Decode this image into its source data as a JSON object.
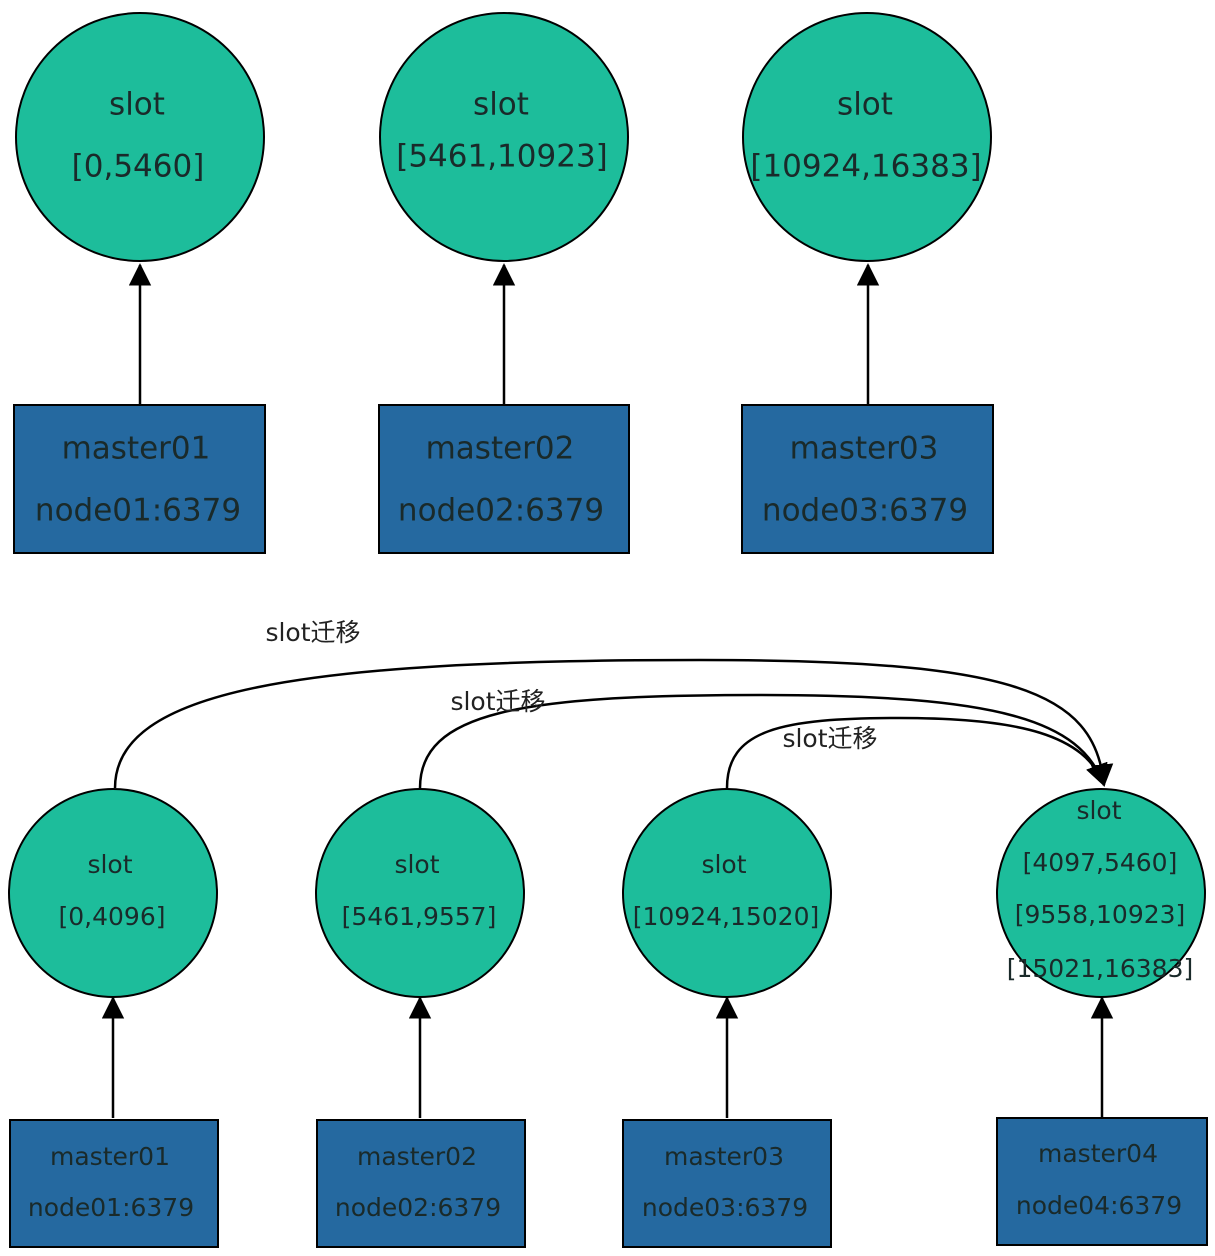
{
  "before": {
    "slots": [
      {
        "title": "slot",
        "ranges": [
          "[0,5460]"
        ]
      },
      {
        "title": "slot",
        "ranges": [
          "[5461,10923]"
        ]
      },
      {
        "title": "slot",
        "ranges": [
          "[10924,16383]"
        ]
      }
    ],
    "masters": [
      {
        "name": "master01",
        "node": "node01:6379"
      },
      {
        "name": "master02",
        "node": "node02:6379"
      },
      {
        "name": "master03",
        "node": "node03:6379"
      }
    ]
  },
  "after": {
    "slots": [
      {
        "title": "slot",
        "ranges": [
          "[0,4096]"
        ]
      },
      {
        "title": "slot",
        "ranges": [
          "[5461,9557]"
        ]
      },
      {
        "title": "slot",
        "ranges": [
          "[10924,15020]"
        ]
      },
      {
        "title": "slot",
        "ranges": [
          "[4097,5460]",
          "[9558,10923]",
          "[15021,16383]"
        ]
      }
    ],
    "masters": [
      {
        "name": "master01",
        "node": "node01:6379"
      },
      {
        "name": "master02",
        "node": "node02:6379"
      },
      {
        "name": "master03",
        "node": "node03:6379"
      },
      {
        "name": "master04",
        "node": "node04:6379"
      }
    ],
    "migrations": [
      {
        "label": "slot迁移"
      },
      {
        "label": "slot迁移"
      },
      {
        "label": "slot迁移"
      }
    ]
  },
  "colors": {
    "circle_fill": "#1dbd9b",
    "box_fill": "#2569a0",
    "stroke": "#000000"
  }
}
